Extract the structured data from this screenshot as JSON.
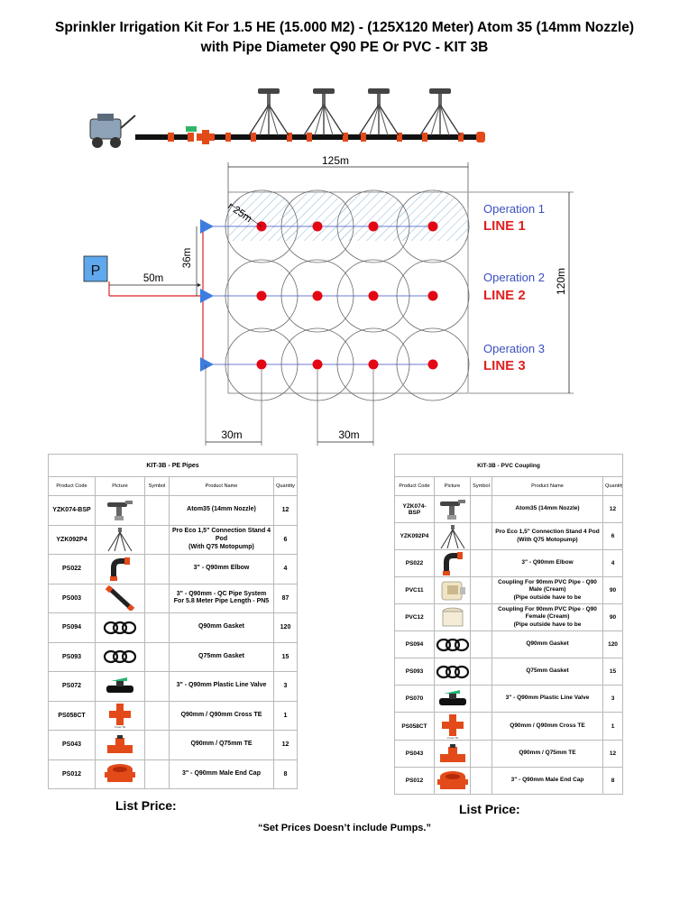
{
  "title": {
    "line1": "Sprinkler Irrigation Kit For 1.5 HE (15.000 M2) - (125X120 Meter) Atom 35 (14mm Nozzle)",
    "line2": "with Pipe Diameter Q90 PE Or PVC - KIT 3B"
  },
  "diagram": {
    "pump_label": "P",
    "dim_width": "125m",
    "dim_height": "120m",
    "dim_radius": "r 25m",
    "dim_line_spacing": "36m",
    "dim_pump_distance": "50m",
    "dim_first_spacing": "30m",
    "dim_sprinkler_spacing": "30m",
    "lines": [
      {
        "operation": "Operation 1",
        "line": "LINE 1"
      },
      {
        "operation": "Operation 2",
        "line": "LINE 2"
      },
      {
        "operation": "Operation 3",
        "line": "LINE 3"
      }
    ],
    "colors": {
      "line_label": "#e02020",
      "operation_label": "#3a4fc0",
      "sprinkler": "#e30613",
      "pipe": "#e02020",
      "valve": "#3d7de0"
    }
  },
  "table_pe": {
    "title": "KIT-3B - PE Pipes",
    "headers": [
      "Product Code",
      "Picture",
      "Symbol",
      "Product Name",
      "Quantity"
    ],
    "rows": [
      {
        "code": "YZK074-BSP",
        "icon": "sprinkler-icon",
        "name": "Atom35 (14mm Nozzle)",
        "qty": "12"
      },
      {
        "code": "YZK092P4",
        "icon": "tripod-icon",
        "name": "Pro Eco 1,5\" Connection Stand 4 Pod\n(With Q75 Motopump)",
        "qty": "6"
      },
      {
        "code": "PS022",
        "icon": "elbow-icon",
        "name": "3\" - Q90mm Elbow",
        "qty": "4"
      },
      {
        "code": "PS003",
        "icon": "pipe-icon",
        "name": "3\" - Q90mm - QC Pipe System For 5.8 Meter Pipe Length - PN5",
        "qty": "87"
      },
      {
        "code": "PS094",
        "icon": "gasket-icon",
        "name": "Q90mm Gasket",
        "qty": "120"
      },
      {
        "code": "PS093",
        "icon": "gasket-icon",
        "name": "Q75mm Gasket",
        "qty": "15"
      },
      {
        "code": "PS072",
        "icon": "valve-icon",
        "name": "3\" - Q90mm Plastic Line Valve",
        "qty": "3"
      },
      {
        "code": "PS058CT",
        "icon": "cross-tee-icon",
        "name": "Q90mm / Q90mm Cross TE",
        "qty": "1"
      },
      {
        "code": "PS043",
        "icon": "tee-icon",
        "name": "Q90mm / Q75mm TE",
        "qty": "12"
      },
      {
        "code": "PS012",
        "icon": "end-cap-icon",
        "name": "3\" - Q90mm Male End Cap",
        "qty": "8"
      }
    ]
  },
  "table_pvc": {
    "title": "KIT-3B - PVC Coupling",
    "headers": [
      "Product Code",
      "Picture",
      "Symbol",
      "Product Name",
      "Quantity"
    ],
    "rows": [
      {
        "code": "YZK074-BSP",
        "icon": "sprinkler-icon",
        "name": "Atom35 (14mm Nozzle)",
        "qty": "12"
      },
      {
        "code": "YZK092P4",
        "icon": "tripod-icon",
        "name": "Pro Eco 1,5\" Connection Stand 4 Pod\n(With Q75 Motopump)",
        "qty": "6"
      },
      {
        "code": "PS022",
        "icon": "elbow-icon",
        "name": "3\" - Q90mm Elbow",
        "qty": "4"
      },
      {
        "code": "PVC11",
        "icon": "coupling-male-icon",
        "name": "Coupling For 90mm PVC Pipe - Q90 Male (Cream)\n(Pipe outside have to be",
        "qty": "90"
      },
      {
        "code": "PVC12",
        "icon": "coupling-female-icon",
        "name": "Coupling For 90mm PVC Pipe - Q90 Female (Cream)\n(Pipe outside have to be",
        "qty": "90"
      },
      {
        "code": "PS094",
        "icon": "gasket-icon",
        "name": "Q90mm Gasket",
        "qty": "120"
      },
      {
        "code": "PS093",
        "icon": "gasket-icon",
        "name": "Q75mm Gasket",
        "qty": "15"
      },
      {
        "code": "PS070",
        "icon": "valve-icon",
        "name": "3\" - Q90mm Plastic Line Valve",
        "qty": "3"
      },
      {
        "code": "PS058CT",
        "icon": "cross-tee-icon",
        "name": "Q90mm / Q90mm Cross TE",
        "qty": "1"
      },
      {
        "code": "PS043",
        "icon": "tee-icon",
        "name": "Q90mm / Q75mm TE",
        "qty": "12"
      },
      {
        "code": "PS012",
        "icon": "end-cap-icon",
        "name": "3\" - Q90mm Male End Cap",
        "qty": "8"
      }
    ]
  },
  "list_price_label": "List Price:",
  "note": "“Set Prices Doesn’t include Pumps.”"
}
